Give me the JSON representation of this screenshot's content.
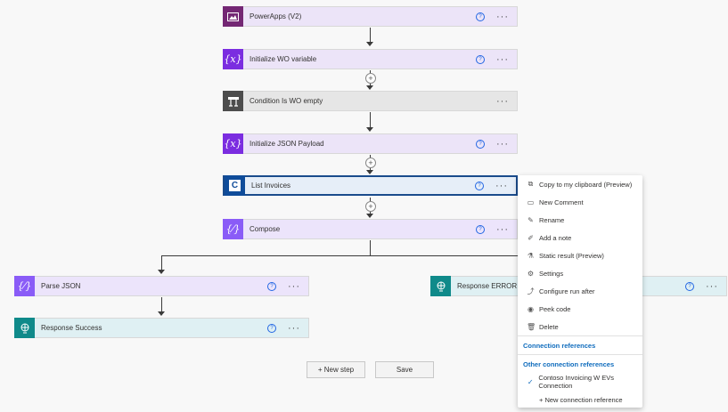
{
  "flow": {
    "powerapps": "PowerApps (V2)",
    "init_wo": "Initialize WO variable",
    "condition": "Condition Is WO empty",
    "init_json": "Initialize JSON Payload",
    "list_invoices": "List Invoices",
    "compose": "Compose",
    "parse_json": "Parse JSON",
    "response_error": "Response ERROR",
    "response_success": "Response Success"
  },
  "buttons": {
    "new_step": "+ New step",
    "save": "Save"
  },
  "menu": {
    "copy": "Copy to my clipboard (Preview)",
    "new_comment": "New Comment",
    "rename": "Rename",
    "add_note": "Add a note",
    "static_result": "Static result (Preview)",
    "settings": "Settings",
    "configure_run_after": "Configure run after",
    "peek_code": "Peek code",
    "delete": "Delete",
    "connection_references": "Connection references",
    "other_connection_references": "Other connection references",
    "contoso_connection": "Contoso Invoicing W EVs Connection",
    "new_connection_reference": "+ New connection reference"
  },
  "glyphs": {
    "help": "?",
    "more": "···",
    "plus": "+",
    "var": "{x}",
    "compose": "{⁄}",
    "list": "C",
    "check": "✓"
  },
  "colors": {
    "powerapps": "#742774",
    "variable": "#7b2de0",
    "condition": "#4d4d4d",
    "list_invoices": "#0f4c9a",
    "compose": "#8a5cf7",
    "response": "#0f8a8a",
    "link": "#0f6cbd"
  }
}
